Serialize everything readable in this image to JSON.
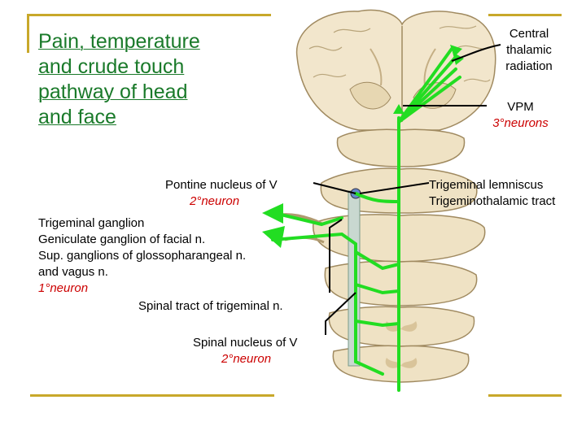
{
  "title_lines": [
    "Pain, temperature",
    "and crude touch",
    "pathway of head",
    "and face"
  ],
  "labels": {
    "central_thalamic": [
      "Central",
      "thalamic",
      "radiation"
    ],
    "vpm": "VPM",
    "vpm_neuron": "3°neurons",
    "pontine": "Pontine nucleus of  V",
    "pontine_neuron": "2°neuron",
    "lemniscus": "Trigeminal lemniscus",
    "trigeminothalamic": "Trigeminothalamic tract",
    "ganglia": [
      "Trigeminal ganglion",
      "Geniculate ganglion of facial n.",
      "Sup. ganglions of glossopharangeal n.",
      "and vagus n."
    ],
    "ganglia_neuron": "1°neuron",
    "spinal_tract": "Spinal tract of trigeminal n.",
    "spinal_nucleus": "Spinal nucleus of  V",
    "spinal_neuron": "2°neuron"
  },
  "colors": {
    "title": "#1a7a2a",
    "neuron_text": "#cc0000",
    "pathway": "#22dd22",
    "rule": "#c8a82a",
    "tissue": "#efe2c4"
  }
}
